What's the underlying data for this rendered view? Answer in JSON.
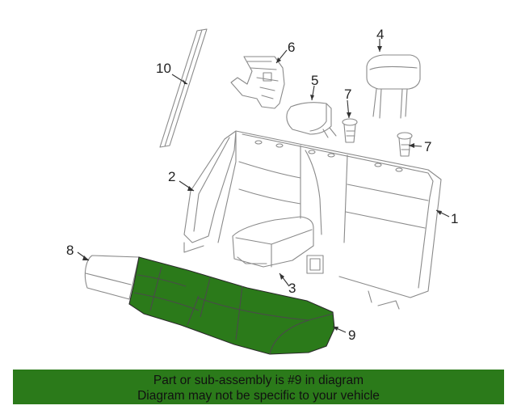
{
  "callouts": {
    "c1": "1",
    "c2": "2",
    "c3": "3",
    "c4": "4",
    "c5": "5",
    "c6": "6",
    "c7a": "7",
    "c7b": "7",
    "c8": "8",
    "c9": "9",
    "c10": "10"
  },
  "highlight_color": "#2b7a1a",
  "footer": {
    "line1": "Part or sub-assembly is #9 in diagram",
    "line2": "Diagram may not be specific to your vehicle"
  }
}
